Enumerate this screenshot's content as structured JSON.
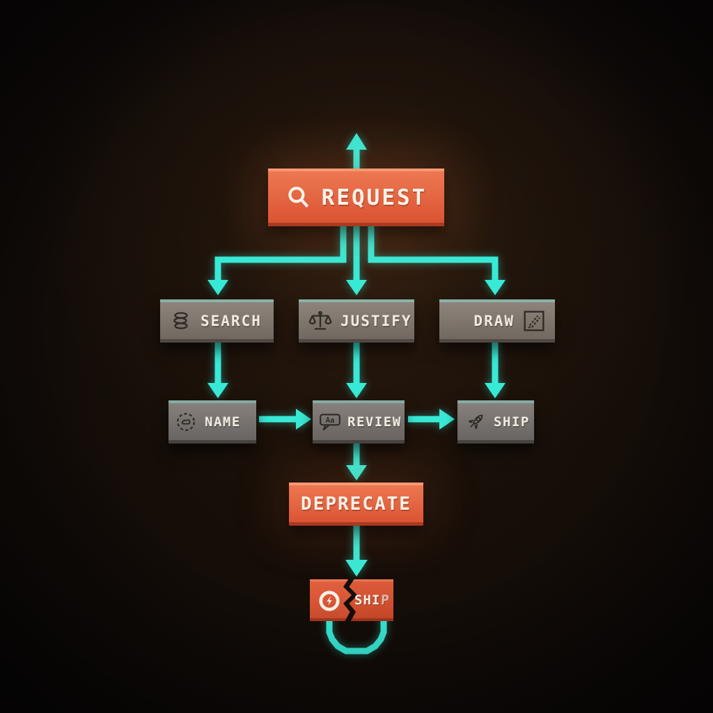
{
  "diagram": {
    "type": "flowchart",
    "style": "pixel-art 3d render on dark background",
    "nodes": {
      "request": {
        "label": "REQUEST",
        "icon": "magnifier-icon",
        "color_role": "orange"
      },
      "search": {
        "label": "SEARCH",
        "icon": "database-icon",
        "color_role": "gray"
      },
      "justify": {
        "label": "JUSTIFY",
        "icon": "scales-icon",
        "color_role": "gray"
      },
      "draw": {
        "label": "DRAW",
        "icon": "pencil-icon",
        "color_role": "gray"
      },
      "name": {
        "label": "NAME",
        "icon": "name-badge-icon",
        "color_role": "gray"
      },
      "review": {
        "label": "REVIEW",
        "icon": "speech-bubble-icon",
        "bubble_text": "Aa",
        "color_role": "gray"
      },
      "ship": {
        "label": "SHIP",
        "icon": "rocket-icon",
        "color_role": "gray"
      },
      "deprecate": {
        "label": "DEPRECATE",
        "icon": null,
        "color_role": "orange"
      },
      "broken_ship": {
        "label": "SHI",
        "label_suffix": "P",
        "icon": "bolt-circle-icon",
        "color_role": "orange",
        "state": "cracked-in-two"
      }
    },
    "edges": [
      {
        "from": "request",
        "to": "out-top",
        "direction": "up"
      },
      {
        "from": "request",
        "to": "search",
        "direction": "down"
      },
      {
        "from": "request",
        "to": "justify",
        "direction": "down"
      },
      {
        "from": "request",
        "to": "draw",
        "direction": "down"
      },
      {
        "from": "search",
        "to": "name",
        "direction": "down"
      },
      {
        "from": "justify",
        "to": "review",
        "direction": "down"
      },
      {
        "from": "draw",
        "to": "ship",
        "direction": "down"
      },
      {
        "from": "name",
        "to": "review",
        "direction": "right"
      },
      {
        "from": "review",
        "to": "ship",
        "direction": "right"
      },
      {
        "from": "review",
        "to": "deprecate",
        "direction": "down"
      },
      {
        "from": "deprecate",
        "to": "broken_ship",
        "direction": "down"
      },
      {
        "from": "broken_ship",
        "to": "broken_ship",
        "direction": "loop-under"
      }
    ]
  },
  "colors": {
    "accent": "#38ead6",
    "orange_hi": "#ee7a54",
    "orange_lo": "#d9512f",
    "gray_hi": "#90867d",
    "gray_lo": "#6e665e",
    "gray2_hi": "#89837d",
    "gray2_lo": "#666260",
    "text_light": "#f1eae1",
    "icon_dark": "#2e2a25",
    "crack": "#0d0b0a"
  }
}
